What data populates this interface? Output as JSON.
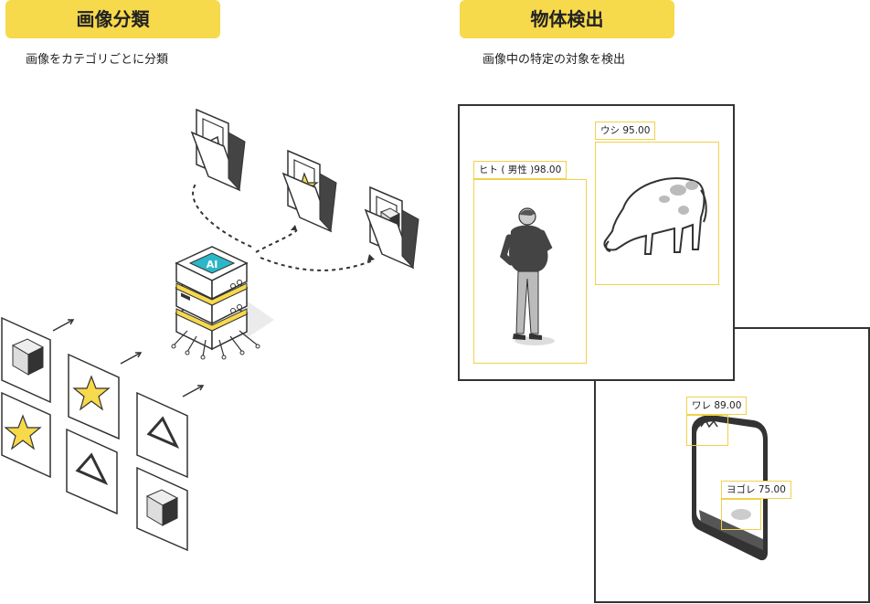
{
  "left": {
    "title": "画像分類",
    "subtitle": "画像をカテゴリごとに分類",
    "ai_chip_label": "AI"
  },
  "right": {
    "title": "物体検出",
    "subtitle": "画像中の特定の対象を検出",
    "detections": [
      {
        "label": "ヒト ( 男性 )98.00"
      },
      {
        "label": "ウシ 95.00"
      },
      {
        "label": "ワレ 89.00"
      },
      {
        "label": "ヨゴレ 75.00"
      }
    ]
  },
  "colors": {
    "accent": "#f7d94c",
    "chip": "#2bb7c7",
    "dark": "#333333",
    "bbox": "#f0d14a"
  }
}
